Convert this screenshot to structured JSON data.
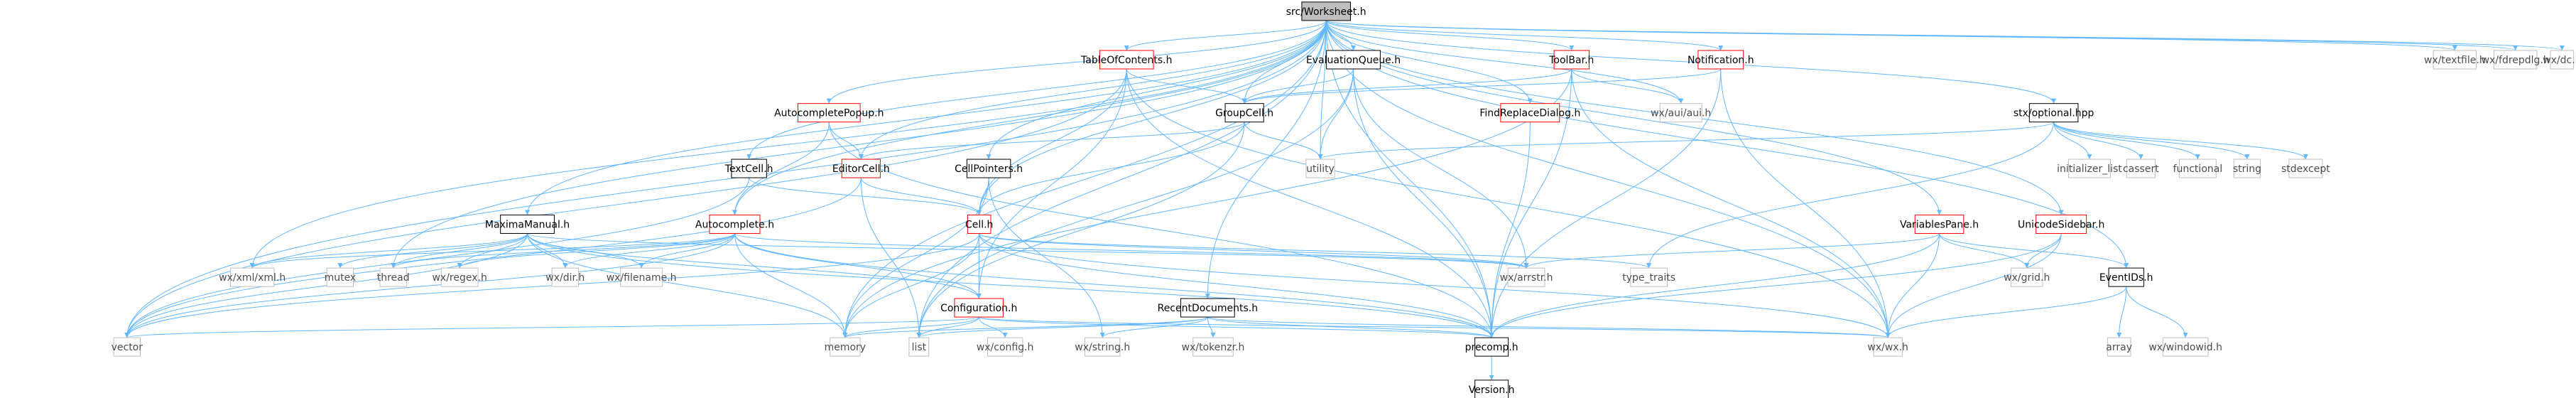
{
  "diagram": {
    "title": "",
    "colors": {
      "edge": "#63b8ff",
      "root_fill": "#bfbfbf",
      "root_border": "#000000",
      "documented_border": "#000000",
      "missing_border": "#ff0000",
      "system_border": "#bfbfbf",
      "text_normal": "#000000",
      "text_system": "#4d4d4d"
    },
    "nodes": [
      {
        "id": "root",
        "label": "src/Worksheet.h",
        "kind": "root"
      },
      {
        "id": "toc",
        "label": "TableOfContents.h",
        "kind": "missing"
      },
      {
        "id": "evalq",
        "label": "EvaluationQueue.h",
        "kind": "documented"
      },
      {
        "id": "toolbar",
        "label": "ToolBar.h",
        "kind": "missing"
      },
      {
        "id": "notif",
        "label": "Notification.h",
        "kind": "missing"
      },
      {
        "id": "wxtextfile",
        "label": "wx/textfile.h",
        "kind": "system"
      },
      {
        "id": "wxfdrepdlg",
        "label": "wx/fdrepdlg.h",
        "kind": "system"
      },
      {
        "id": "wxdc",
        "label": "wx/dc.h",
        "kind": "system"
      },
      {
        "id": "acpopup",
        "label": "AutocompletePopup.h",
        "kind": "missing"
      },
      {
        "id": "groupcell",
        "label": "GroupCell.h",
        "kind": "documented"
      },
      {
        "id": "findrepl",
        "label": "FindReplaceDialog.h",
        "kind": "missing"
      },
      {
        "id": "wxaui",
        "label": "wx/aui/aui.h",
        "kind": "system"
      },
      {
        "id": "stxopt",
        "label": "stx/optional.hpp",
        "kind": "documented"
      },
      {
        "id": "textcell",
        "label": "TextCell.h",
        "kind": "documented"
      },
      {
        "id": "editorcell",
        "label": "EditorCell.h",
        "kind": "missing"
      },
      {
        "id": "cellptrs",
        "label": "CellPointers.h",
        "kind": "documented"
      },
      {
        "id": "utility",
        "label": "utility",
        "kind": "system"
      },
      {
        "id": "initlist",
        "label": "initializer_list",
        "kind": "system"
      },
      {
        "id": "cassert",
        "label": "cassert",
        "kind": "system"
      },
      {
        "id": "functional",
        "label": "functional",
        "kind": "system"
      },
      {
        "id": "string",
        "label": "string",
        "kind": "system"
      },
      {
        "id": "stdexcept",
        "label": "stdexcept",
        "kind": "system"
      },
      {
        "id": "maxmanual",
        "label": "MaximaManual.h",
        "kind": "documented"
      },
      {
        "id": "autocomplete",
        "label": "Autocomplete.h",
        "kind": "missing"
      },
      {
        "id": "cell",
        "label": "Cell.h",
        "kind": "missing"
      },
      {
        "id": "varpane",
        "label": "VariablesPane.h",
        "kind": "missing"
      },
      {
        "id": "unisidebar",
        "label": "UnicodeSidebar.h",
        "kind": "missing"
      },
      {
        "id": "wxxml",
        "label": "wx/xml/xml.h",
        "kind": "system"
      },
      {
        "id": "mutex",
        "label": "mutex",
        "kind": "system"
      },
      {
        "id": "thread",
        "label": "thread",
        "kind": "system"
      },
      {
        "id": "wxregex",
        "label": "wx/regex.h",
        "kind": "system"
      },
      {
        "id": "wxdir",
        "label": "wx/dir.h",
        "kind": "system"
      },
      {
        "id": "wxfilename",
        "label": "wx/filename.h",
        "kind": "system"
      },
      {
        "id": "wxarrstr",
        "label": "wx/arrstr.h",
        "kind": "system"
      },
      {
        "id": "typetraits",
        "label": "type_traits",
        "kind": "system"
      },
      {
        "id": "wxgrid",
        "label": "wx/grid.h",
        "kind": "system"
      },
      {
        "id": "eventids",
        "label": "EventIDs.h",
        "kind": "documented"
      },
      {
        "id": "config",
        "label": "Configuration.h",
        "kind": "missing"
      },
      {
        "id": "recentdocs",
        "label": "RecentDocuments.h",
        "kind": "documented"
      },
      {
        "id": "vector",
        "label": "vector",
        "kind": "system"
      },
      {
        "id": "memory",
        "label": "memory",
        "kind": "system"
      },
      {
        "id": "list",
        "label": "list",
        "kind": "system"
      },
      {
        "id": "wxconfig",
        "label": "wx/config.h",
        "kind": "system"
      },
      {
        "id": "wxstring",
        "label": "wx/string.h",
        "kind": "system"
      },
      {
        "id": "wxtokenzr",
        "label": "wx/tokenzr.h",
        "kind": "system"
      },
      {
        "id": "precomp",
        "label": "precomp.h",
        "kind": "documented"
      },
      {
        "id": "wxwx",
        "label": "wx/wx.h",
        "kind": "system"
      },
      {
        "id": "array",
        "label": "array",
        "kind": "system"
      },
      {
        "id": "wxwindowid",
        "label": "wx/windowid.h",
        "kind": "system"
      },
      {
        "id": "version",
        "label": "Version.h",
        "kind": "documented"
      }
    ],
    "edges": [
      [
        "root",
        "toc"
      ],
      [
        "root",
        "evalq"
      ],
      [
        "root",
        "toolbar"
      ],
      [
        "root",
        "notif"
      ],
      [
        "root",
        "wxtextfile"
      ],
      [
        "root",
        "wxfdrepdlg"
      ],
      [
        "root",
        "wxdc"
      ],
      [
        "root",
        "acpopup"
      ],
      [
        "root",
        "groupcell"
      ],
      [
        "root",
        "findrepl"
      ],
      [
        "root",
        "wxaui"
      ],
      [
        "root",
        "stxopt"
      ],
      [
        "root",
        "textcell"
      ],
      [
        "root",
        "editorcell"
      ],
      [
        "root",
        "cellptrs"
      ],
      [
        "root",
        "utility"
      ],
      [
        "root",
        "maxmanual"
      ],
      [
        "root",
        "autocomplete"
      ],
      [
        "root",
        "cell"
      ],
      [
        "root",
        "varpane"
      ],
      [
        "root",
        "unisidebar"
      ],
      [
        "root",
        "eventids"
      ],
      [
        "root",
        "recentdocs"
      ],
      [
        "root",
        "vector"
      ],
      [
        "root",
        "memory"
      ],
      [
        "root",
        "list"
      ],
      [
        "root",
        "precomp"
      ],
      [
        "root",
        "wxwx"
      ],
      [
        "root",
        "wxxml"
      ],
      [
        "root",
        "thread"
      ],
      [
        "toc",
        "groupcell"
      ],
      [
        "toc",
        "cell"
      ],
      [
        "toc",
        "config"
      ],
      [
        "toc",
        "precomp"
      ],
      [
        "toc",
        "vector"
      ],
      [
        "toc",
        "wxwx"
      ],
      [
        "evalq",
        "groupcell"
      ],
      [
        "evalq",
        "utility"
      ],
      [
        "evalq",
        "wxarrstr"
      ],
      [
        "evalq",
        "precomp"
      ],
      [
        "evalq",
        "list"
      ],
      [
        "toolbar",
        "groupcell"
      ],
      [
        "toolbar",
        "wxaui"
      ],
      [
        "toolbar",
        "precomp"
      ],
      [
        "toolbar",
        "wxwx"
      ],
      [
        "toolbar",
        "memory"
      ],
      [
        "notif",
        "groupcell"
      ],
      [
        "notif",
        "precomp"
      ],
      [
        "notif",
        "wxwx"
      ],
      [
        "acpopup",
        "autocomplete"
      ],
      [
        "acpopup",
        "editorcell"
      ],
      [
        "acpopup",
        "precomp"
      ],
      [
        "groupcell",
        "editorcell"
      ],
      [
        "groupcell",
        "cell"
      ],
      [
        "groupcell",
        "utility"
      ],
      [
        "groupcell",
        "list"
      ],
      [
        "findrepl",
        "precomp"
      ],
      [
        "stxopt",
        "initlist"
      ],
      [
        "stxopt",
        "cassert"
      ],
      [
        "stxopt",
        "functional"
      ],
      [
        "stxopt",
        "string"
      ],
      [
        "stxopt",
        "stdexcept"
      ],
      [
        "stxopt",
        "utility"
      ],
      [
        "stxopt",
        "typetraits"
      ],
      [
        "textcell",
        "cell"
      ],
      [
        "textcell",
        "vector"
      ],
      [
        "editorcell",
        "cell"
      ],
      [
        "editorcell",
        "list"
      ],
      [
        "editorcell",
        "vector"
      ],
      [
        "cellptrs",
        "cell"
      ],
      [
        "cellptrs",
        "wxstring"
      ],
      [
        "cellptrs",
        "memory"
      ],
      [
        "maxmanual",
        "precomp"
      ],
      [
        "maxmanual",
        "config"
      ],
      [
        "maxmanual",
        "wxxml"
      ],
      [
        "maxmanual",
        "mutex"
      ],
      [
        "maxmanual",
        "thread"
      ],
      [
        "maxmanual",
        "wxregex"
      ],
      [
        "maxmanual",
        "wxdir"
      ],
      [
        "maxmanual",
        "wxfilename"
      ],
      [
        "maxmanual",
        "wxarrstr"
      ],
      [
        "maxmanual",
        "vector"
      ],
      [
        "maxmanual",
        "memory"
      ],
      [
        "autocomplete",
        "config"
      ],
      [
        "autocomplete",
        "precomp"
      ],
      [
        "autocomplete",
        "thread"
      ],
      [
        "autocomplete",
        "wxregex"
      ],
      [
        "autocomplete",
        "wxdir"
      ],
      [
        "autocomplete",
        "wxfilename"
      ],
      [
        "autocomplete",
        "wxarrstr"
      ],
      [
        "autocomplete",
        "vector"
      ],
      [
        "autocomplete",
        "memory"
      ],
      [
        "autocomplete",
        "wxxml"
      ],
      [
        "cell",
        "config"
      ],
      [
        "cell",
        "wxarrstr"
      ],
      [
        "cell",
        "typetraits"
      ],
      [
        "cell",
        "memory"
      ],
      [
        "cell",
        "vector"
      ],
      [
        "cell",
        "precomp"
      ],
      [
        "cell",
        "wxwx"
      ],
      [
        "varpane",
        "precomp"
      ],
      [
        "varpane",
        "wxgrid"
      ],
      [
        "varpane",
        "wxarrstr"
      ],
      [
        "varpane",
        "eventids"
      ],
      [
        "varpane",
        "wxwx"
      ],
      [
        "unisidebar",
        "precomp"
      ],
      [
        "unisidebar",
        "wxgrid"
      ],
      [
        "unisidebar",
        "wxwx"
      ],
      [
        "config",
        "wxconfig"
      ],
      [
        "config",
        "precomp"
      ],
      [
        "config",
        "vector"
      ],
      [
        "config",
        "memory"
      ],
      [
        "config",
        "list"
      ],
      [
        "config",
        "wxwx"
      ],
      [
        "recentdocs",
        "list"
      ],
      [
        "recentdocs",
        "wxstring"
      ],
      [
        "recentdocs",
        "wxtokenzr"
      ],
      [
        "recentdocs",
        "memory"
      ],
      [
        "recentdocs",
        "precomp"
      ],
      [
        "recentdocs",
        "wxwx"
      ],
      [
        "eventids",
        "array"
      ],
      [
        "eventids",
        "wxwindowid"
      ],
      [
        "eventids",
        "wxwx"
      ],
      [
        "precomp",
        "version"
      ]
    ]
  }
}
